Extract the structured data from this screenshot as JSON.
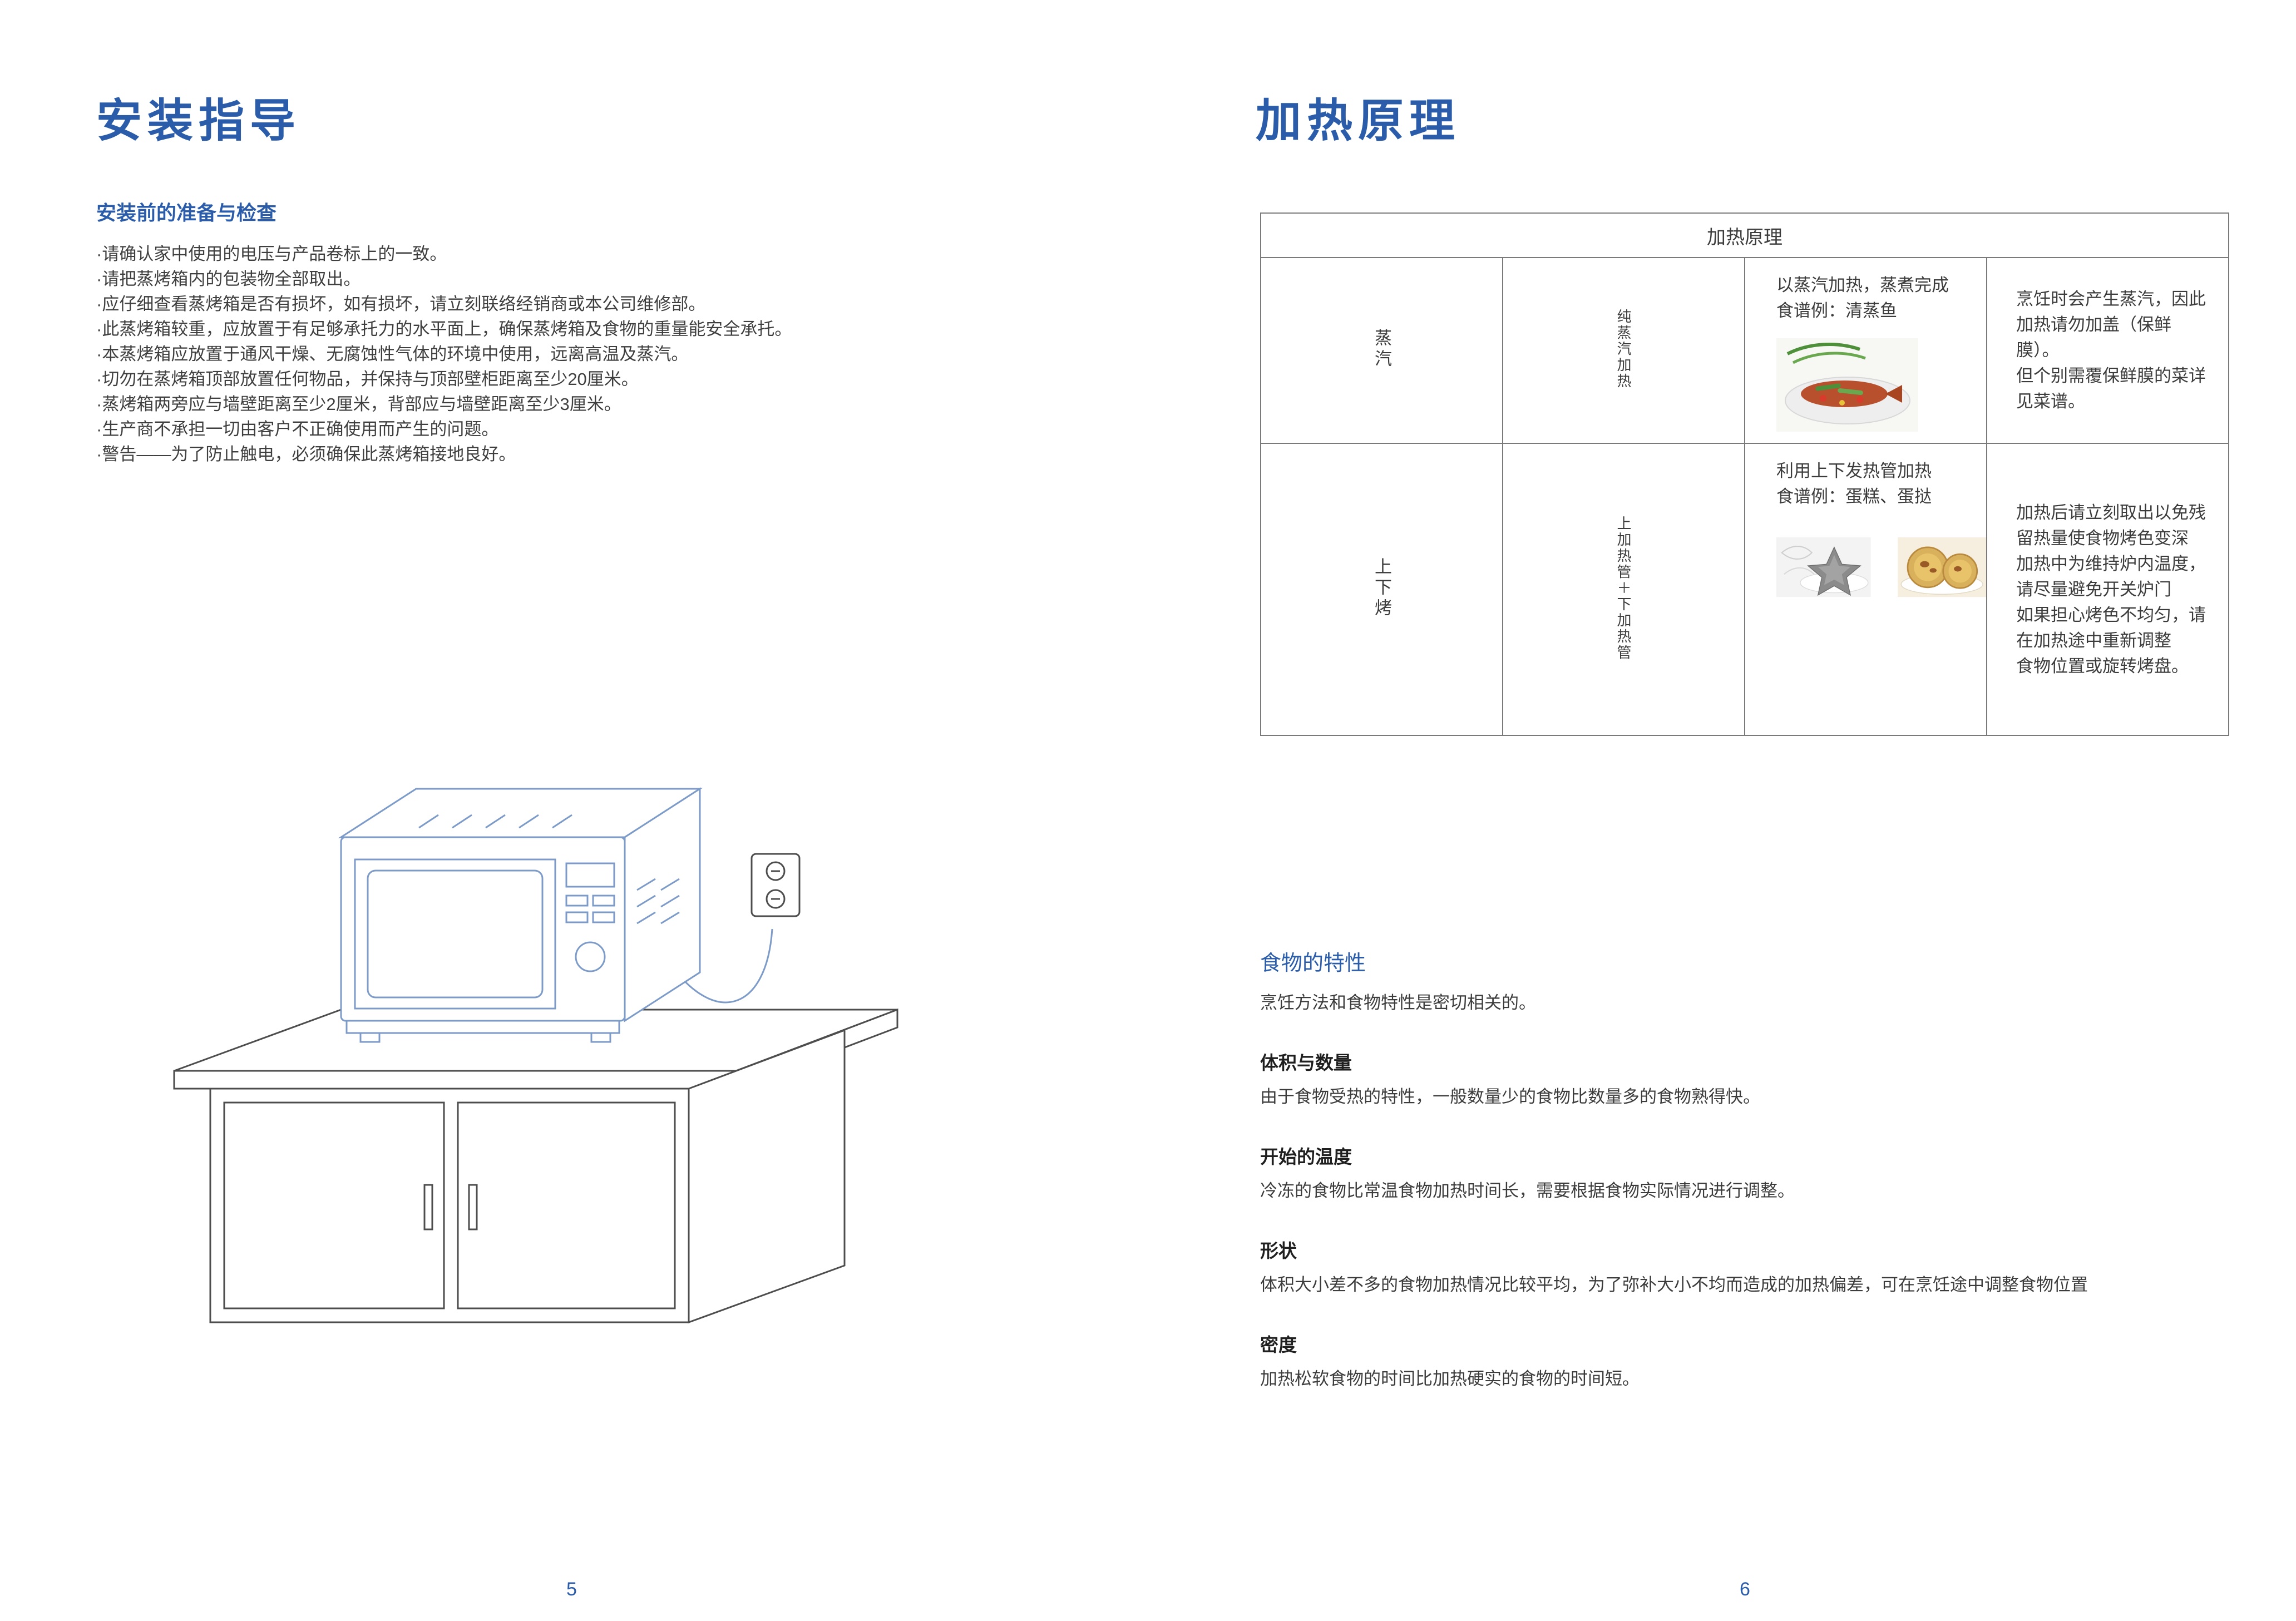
{
  "left_page": {
    "title": "安装指导",
    "section_heading": "安装前的准备与检查",
    "bullets": [
      "·请确认家中使用的电压与产品卷标上的一致。",
      "·请把蒸烤箱内的包装物全部取出。",
      "·应仔细查看蒸烤箱是否有损坏，如有损坏，请立刻联络经销商或本公司维修部。",
      "·此蒸烤箱较重，应放置于有足够承托力的水平面上，确保蒸烤箱及食物的重量能安全承托。",
      "·本蒸烤箱应放置于通风干燥、无腐蚀性气体的环境中使用，远离高温及蒸汽。",
      "·切勿在蒸烤箱顶部放置任何物品，并保持与顶部壁柜距离至少20厘米。",
      "·蒸烤箱两旁应与墙壁距离至少2厘米，背部应与墙壁距离至少3厘米。",
      "·生产商不承担一切由客户不正确使用而产生的问题。",
      "·警告——为了防止触电，必须确保此蒸烤箱接地良好。"
    ],
    "illustration": "oven-on-cabinet-line-drawing",
    "page_number": "5"
  },
  "right_page": {
    "title": "加热原理",
    "table": {
      "header": "加热原理",
      "rows": [
        {
          "mode": "蒸汽",
          "method": "纯蒸汽加热",
          "description": "以蒸汽加热，蒸煮完成",
          "recipe": "食谱例：清蒸鱼",
          "photo": "steamed-fish",
          "note": "烹饪时会产生蒸汽，因此加热请勿加盖（保鲜膜）。\n但个别需覆保鲜膜的菜详见菜谱。"
        },
        {
          "mode": "上下烤",
          "method": "上加热管＋下加热管",
          "description": "利用上下发热管加热",
          "recipe": "食谱例：蛋糕、蛋挞",
          "photos": [
            "cake",
            "egg-tart"
          ],
          "note": "加热后请立刻取出以免残留热量使食物烤色变深\n加热中为维持炉内温度，请尽量避免开关炉门\n如果担心烤色不均匀，请在加热途中重新调整\n食物位置或旋转烤盘。"
        }
      ]
    },
    "food_section": {
      "heading": "食物的特性",
      "intro": "烹饪方法和食物特性是密切相关的。",
      "items": [
        {
          "title": "体积与数量",
          "text": "由于食物受热的特性，一般数量少的食物比数量多的食物熟得快。"
        },
        {
          "title": "开始的温度",
          "text": "冷冻的食物比常温食物加热时间长，需要根据食物实际情况进行调整。"
        },
        {
          "title": "形状",
          "text": "体积大小差不多的食物加热情况比较平均，为了弥补大小不均而造成的加热偏差，可在烹饪途中调整食物位置"
        },
        {
          "title": "密度",
          "text": "加热松软食物的时间比加热硬实的食物的时间短。"
        }
      ]
    },
    "page_number": "6"
  },
  "colors": {
    "accent_blue": "#2a5caa",
    "oven_line_blue": "#7d9bc8",
    "cabinet_line": "#4d4d4d",
    "table_border": "#7a7a7a",
    "body_text": "#3c3c3c"
  }
}
